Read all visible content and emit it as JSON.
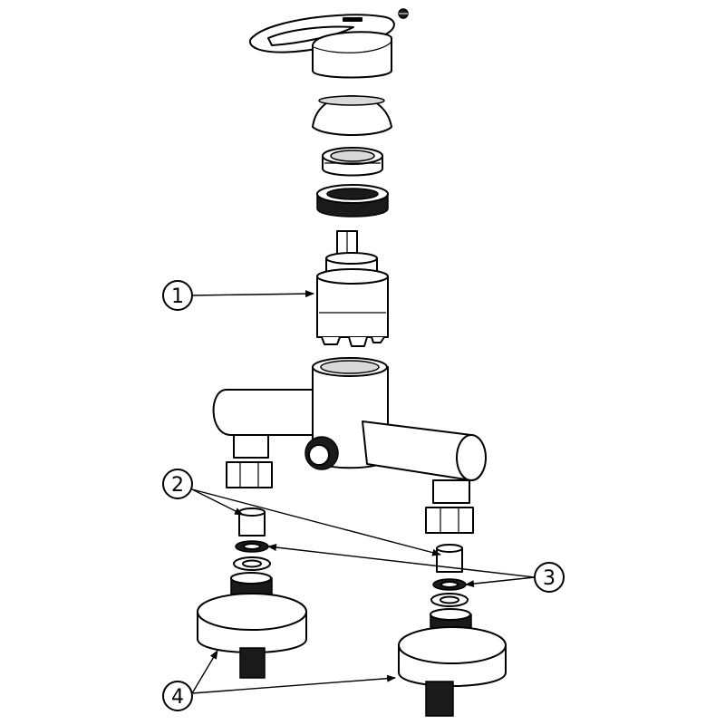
{
  "diagram": {
    "brand_text": "",
    "callouts": [
      {
        "id": "1",
        "label": "1"
      },
      {
        "id": "2",
        "label": "2"
      },
      {
        "id": "3",
        "label": "3"
      },
      {
        "id": "4",
        "label": "4"
      }
    ]
  }
}
